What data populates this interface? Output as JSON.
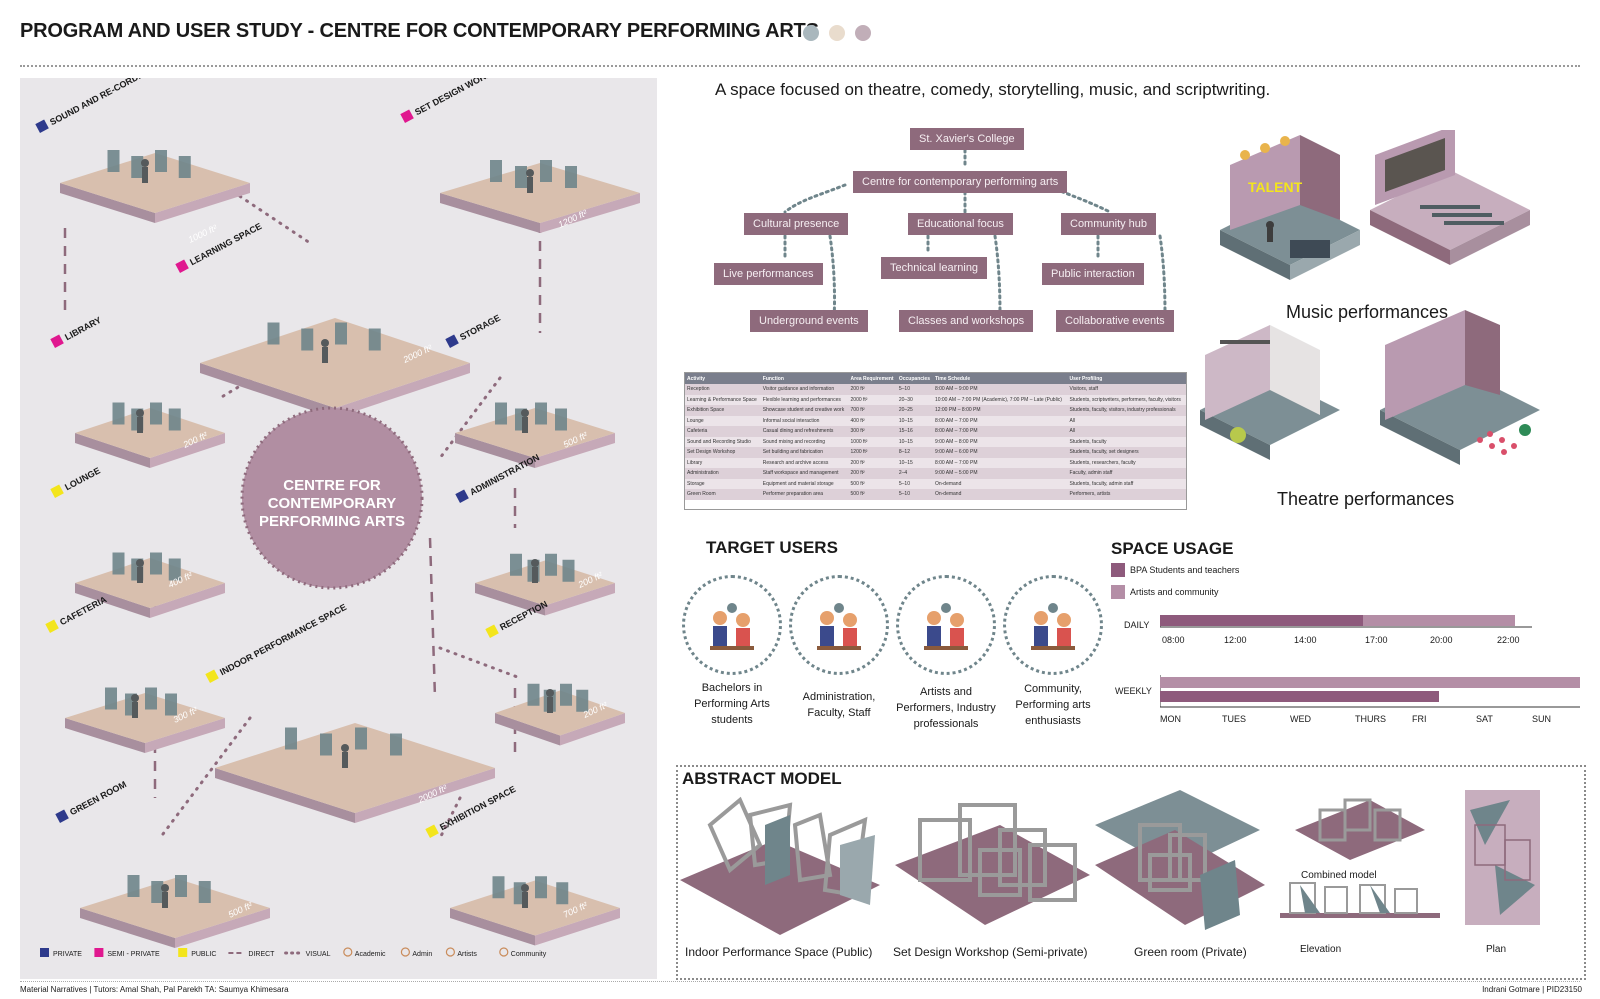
{
  "header": {
    "title": "PROGRAM AND USER STUDY - CENTRE FOR CONTEMPORARY PERFORMING ARTS",
    "dot_colors": [
      "#a9b7bd",
      "#e9dccd",
      "#c1aeb8"
    ]
  },
  "colors": {
    "floor": "#d8bfae",
    "slab_edge": "#a88f9e",
    "furniture": "#6f858b",
    "accent": "#8e6a7c",
    "panel_bg": "#e9e7ea",
    "private": "#2e3a8c",
    "semi_private": "#e0188f",
    "public": "#f3e51c"
  },
  "left_panel": {
    "center_label": [
      "CENTRE FOR",
      "CONTEMPORARY",
      "PERFORMING ARTS"
    ],
    "spaces": [
      {
        "name": "SOUND AND RE-CORDING STUDIO",
        "area": "1000 ft²",
        "zone": "private"
      },
      {
        "name": "SET DESIGN WORKSHOP",
        "area": "1200 ft²",
        "zone": "semi_private"
      },
      {
        "name": "LEARNING SPACE",
        "area": "2000 ft²",
        "zone": "semi_private"
      },
      {
        "name": "LIBRARY",
        "area": "200 ft²",
        "zone": "semi_private"
      },
      {
        "name": "STORAGE",
        "area": "500 ft²",
        "zone": "private"
      },
      {
        "name": "LOUNGE",
        "area": "400 ft²",
        "zone": "public"
      },
      {
        "name": "ADMINISTRATION",
        "area": "200 ft²",
        "zone": "private"
      },
      {
        "name": "CAFETERIA",
        "area": "300 ft²",
        "zone": "public"
      },
      {
        "name": "RECEPTION",
        "area": "200 ft²",
        "zone": "public"
      },
      {
        "name": "INDOOR PERFORMANCE SPACE",
        "area": "2000 ft²",
        "zone": "public"
      },
      {
        "name": "GREEN ROOM",
        "area": "500 ft²",
        "zone": "private"
      },
      {
        "name": "EXHIBITION SPACE",
        "area": "700 ft²",
        "zone": "public"
      }
    ],
    "legend": [
      {
        "label": "PRIVATE",
        "type": "square",
        "color": "#2e3a8c"
      },
      {
        "label": "SEMI - PRIVATE",
        "type": "square",
        "color": "#e0188f"
      },
      {
        "label": "PUBLIC",
        "type": "square",
        "color": "#f3e51c"
      },
      {
        "label": "DIRECT",
        "type": "dash"
      },
      {
        "label": "VISUAL",
        "type": "dots"
      },
      {
        "label": "Academic",
        "type": "person"
      },
      {
        "label": "Admin",
        "type": "person"
      },
      {
        "label": "Artists",
        "type": "person"
      },
      {
        "label": "Community",
        "type": "person"
      }
    ]
  },
  "subtitle": "A space focused on theatre, comedy, storytelling, music, and scriptwriting.",
  "hierarchy": {
    "root": "St. Xavier's College",
    "centre": "Centre for contemporary performing arts",
    "branches": [
      "Cultural presence",
      "Educational focus",
      "Community hub"
    ],
    "level3_upper": [
      "Live performances",
      "Technical learning",
      "Public interaction"
    ],
    "level3_lower": [
      "Underground events",
      "Classes and workshops",
      "Collaborative events"
    ]
  },
  "program_table": {
    "headers": [
      "Activity",
      "Function",
      "Area Requirement",
      "Occupancies",
      "Time Schedule",
      "User Profiling"
    ],
    "rows": [
      [
        "Reception",
        "Visitor guidance and information",
        "200 ft²",
        "5–10",
        "8:00 AM – 9:00 PM",
        "Visitors, staff"
      ],
      [
        "Learning & Performance Space",
        "Flexible learning and performances",
        "2000 ft²",
        "20–30",
        "10:00 AM – 7:00 PM (Academic), 7:00 PM – Late (Public)",
        "Students, scriptwriters, performers, faculty, visitors"
      ],
      [
        "Exhibition Space",
        "Showcase student and creative work",
        "700 ft²",
        "20–25",
        "12:00 PM – 8:00 PM",
        "Students, faculty, visitors, industry professionals"
      ],
      [
        "Lounge",
        "Informal social interaction",
        "400 ft²",
        "10–15",
        "8:00 AM – 7:00 PM",
        "All"
      ],
      [
        "Cafeteria",
        "Casual dining and refreshments",
        "300 ft²",
        "15–16",
        "8:00 AM – 7:00 PM",
        "All"
      ],
      [
        "Sound and Recording Studio",
        "Sound mixing and recording",
        "1000 ft²",
        "10–15",
        "9:00 AM – 8:00 PM",
        "Students, faculty"
      ],
      [
        "Set Design Workshop",
        "Set building and fabrication",
        "1200 ft²",
        "8–12",
        "9:00 AM – 6:00 PM",
        "Students, faculty, set designers"
      ],
      [
        "Library",
        "Research and archive access",
        "200 ft²",
        "10–15",
        "8:00 AM – 7:00 PM",
        "Students, researchers, faculty"
      ],
      [
        "Administration",
        "Staff workspace and management",
        "200 ft²",
        "2–4",
        "9:00 AM – 5:00 PM",
        "Faculty, admin staff"
      ],
      [
        "Storage",
        "Equipment and material storage",
        "500 ft²",
        "5–10",
        "On-demand",
        "Students, faculty, admin staff"
      ],
      [
        "Green Room",
        "Performer preparation area",
        "500 ft²",
        "5–10",
        "On-demand",
        "Performers, artists"
      ]
    ]
  },
  "gallery": {
    "music_caption": "Music performances",
    "theatre_caption": "Theatre performances",
    "sign_text": "TALENT"
  },
  "target_users": {
    "title": "TARGET USERS",
    "users": [
      {
        "lines": [
          "Bachelors in",
          "Performing Arts",
          "students"
        ]
      },
      {
        "lines": [
          "Administration,",
          "Faculty, Staff"
        ]
      },
      {
        "lines": [
          "Artists and",
          "Performers, Industry",
          "professionals"
        ]
      },
      {
        "lines": [
          "Community,",
          "Performing arts",
          "enthusiasts"
        ]
      }
    ]
  },
  "space_usage": {
    "title": "SPACE USAGE",
    "legend": [
      {
        "label": "BPA Students and teachers",
        "color": "#8e5a7c"
      },
      {
        "label": "Artists and community",
        "color": "#b48ea6"
      }
    ],
    "daily_label": "DAILY",
    "weekly_label": "WEEKLY",
    "daily_ticks": [
      "08:00",
      "12:00",
      "14:00",
      "17:00",
      "20:00",
      "22:00"
    ],
    "weekly_ticks": [
      "MON",
      "TUES",
      "WED",
      "THURS",
      "FRI",
      "SAT",
      "SUN"
    ]
  },
  "chart_data": [
    {
      "type": "bar",
      "orientation": "horizontal",
      "label": "DAILY",
      "x_categories": [
        "08:00",
        "12:00",
        "14:00",
        "17:00",
        "20:00",
        "22:00"
      ],
      "series": [
        {
          "name": "BPA Students and teachers",
          "start": "08:00",
          "end": "17:00"
        },
        {
          "name": "Artists and community",
          "start": "17:00",
          "end": "22:00"
        }
      ]
    },
    {
      "type": "bar",
      "orientation": "horizontal",
      "label": "WEEKLY",
      "x_categories": [
        "MON",
        "TUES",
        "WED",
        "THURS",
        "FRI",
        "SAT",
        "SUN"
      ],
      "series": [
        {
          "name": "Artists and community",
          "start": "MON",
          "end": "SUN"
        },
        {
          "name": "BPA Students and teachers",
          "start": "MON",
          "end": "FRI"
        }
      ]
    }
  ],
  "abstract_model": {
    "title": "ABSTRACT MODEL",
    "labels": [
      "Indoor Performance Space (Public)",
      "Set Design Workshop (Semi-private)",
      "Green room (Private)"
    ],
    "side_labels": {
      "combined": "Combined model",
      "elevation": "Elevation",
      "plan": "Plan"
    }
  },
  "footer": {
    "left": "Material Narratives | Tutors: Amal Shah, Pal Parekh   TA: Saumya Khimesara",
    "right": "Indrani Gotmare | PID23150"
  }
}
